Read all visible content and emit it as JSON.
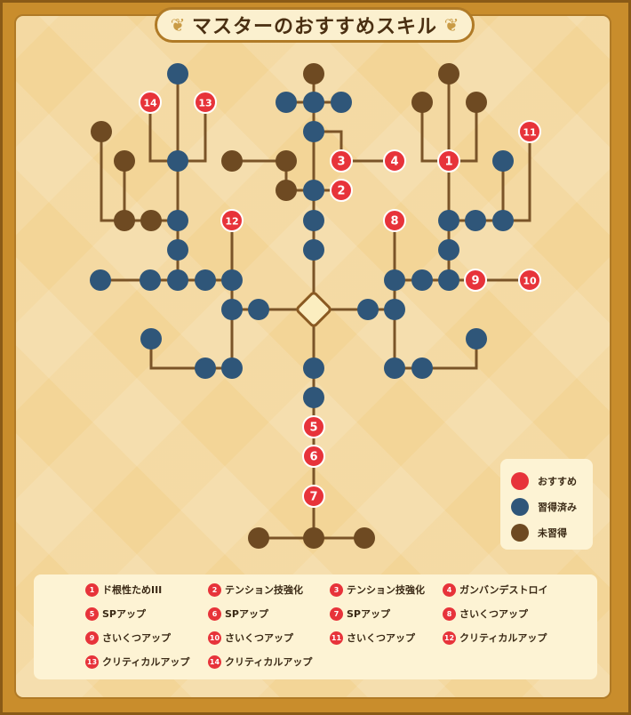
{
  "title": "マスターのおすすめスキル",
  "colors": {
    "recommended": "#e7333a",
    "learned": "#2f5679",
    "unlearned": "#6e4a22",
    "edge": "#7a5428",
    "center": "#fbeec0"
  },
  "legend": [
    {
      "type": "recommended",
      "label": "おすすめ"
    },
    {
      "type": "learned",
      "label": "習得済み"
    },
    {
      "type": "unlearned",
      "label": "未習得"
    }
  ],
  "recommended_skills": [
    {
      "num": "1",
      "name": "ド根性ためIII"
    },
    {
      "num": "2",
      "name": "テンション技強化"
    },
    {
      "num": "3",
      "name": "テンション技強化"
    },
    {
      "num": "4",
      "name": "ガンバンデストロイ"
    },
    {
      "num": "5",
      "name": "SPアップ"
    },
    {
      "num": "6",
      "name": "SPアップ"
    },
    {
      "num": "7",
      "name": "SPアップ"
    },
    {
      "num": "8",
      "name": "さいくつアップ"
    },
    {
      "num": "9",
      "name": "さいくつアップ"
    },
    {
      "num": "10",
      "name": "さいくつアップ"
    },
    {
      "num": "11",
      "name": "さいくつアップ"
    },
    {
      "num": "12",
      "name": "クリティカルアップ"
    },
    {
      "num": "13",
      "name": "クリティカルアップ"
    },
    {
      "num": "14",
      "name": "クリティカルアップ"
    }
  ]
}
